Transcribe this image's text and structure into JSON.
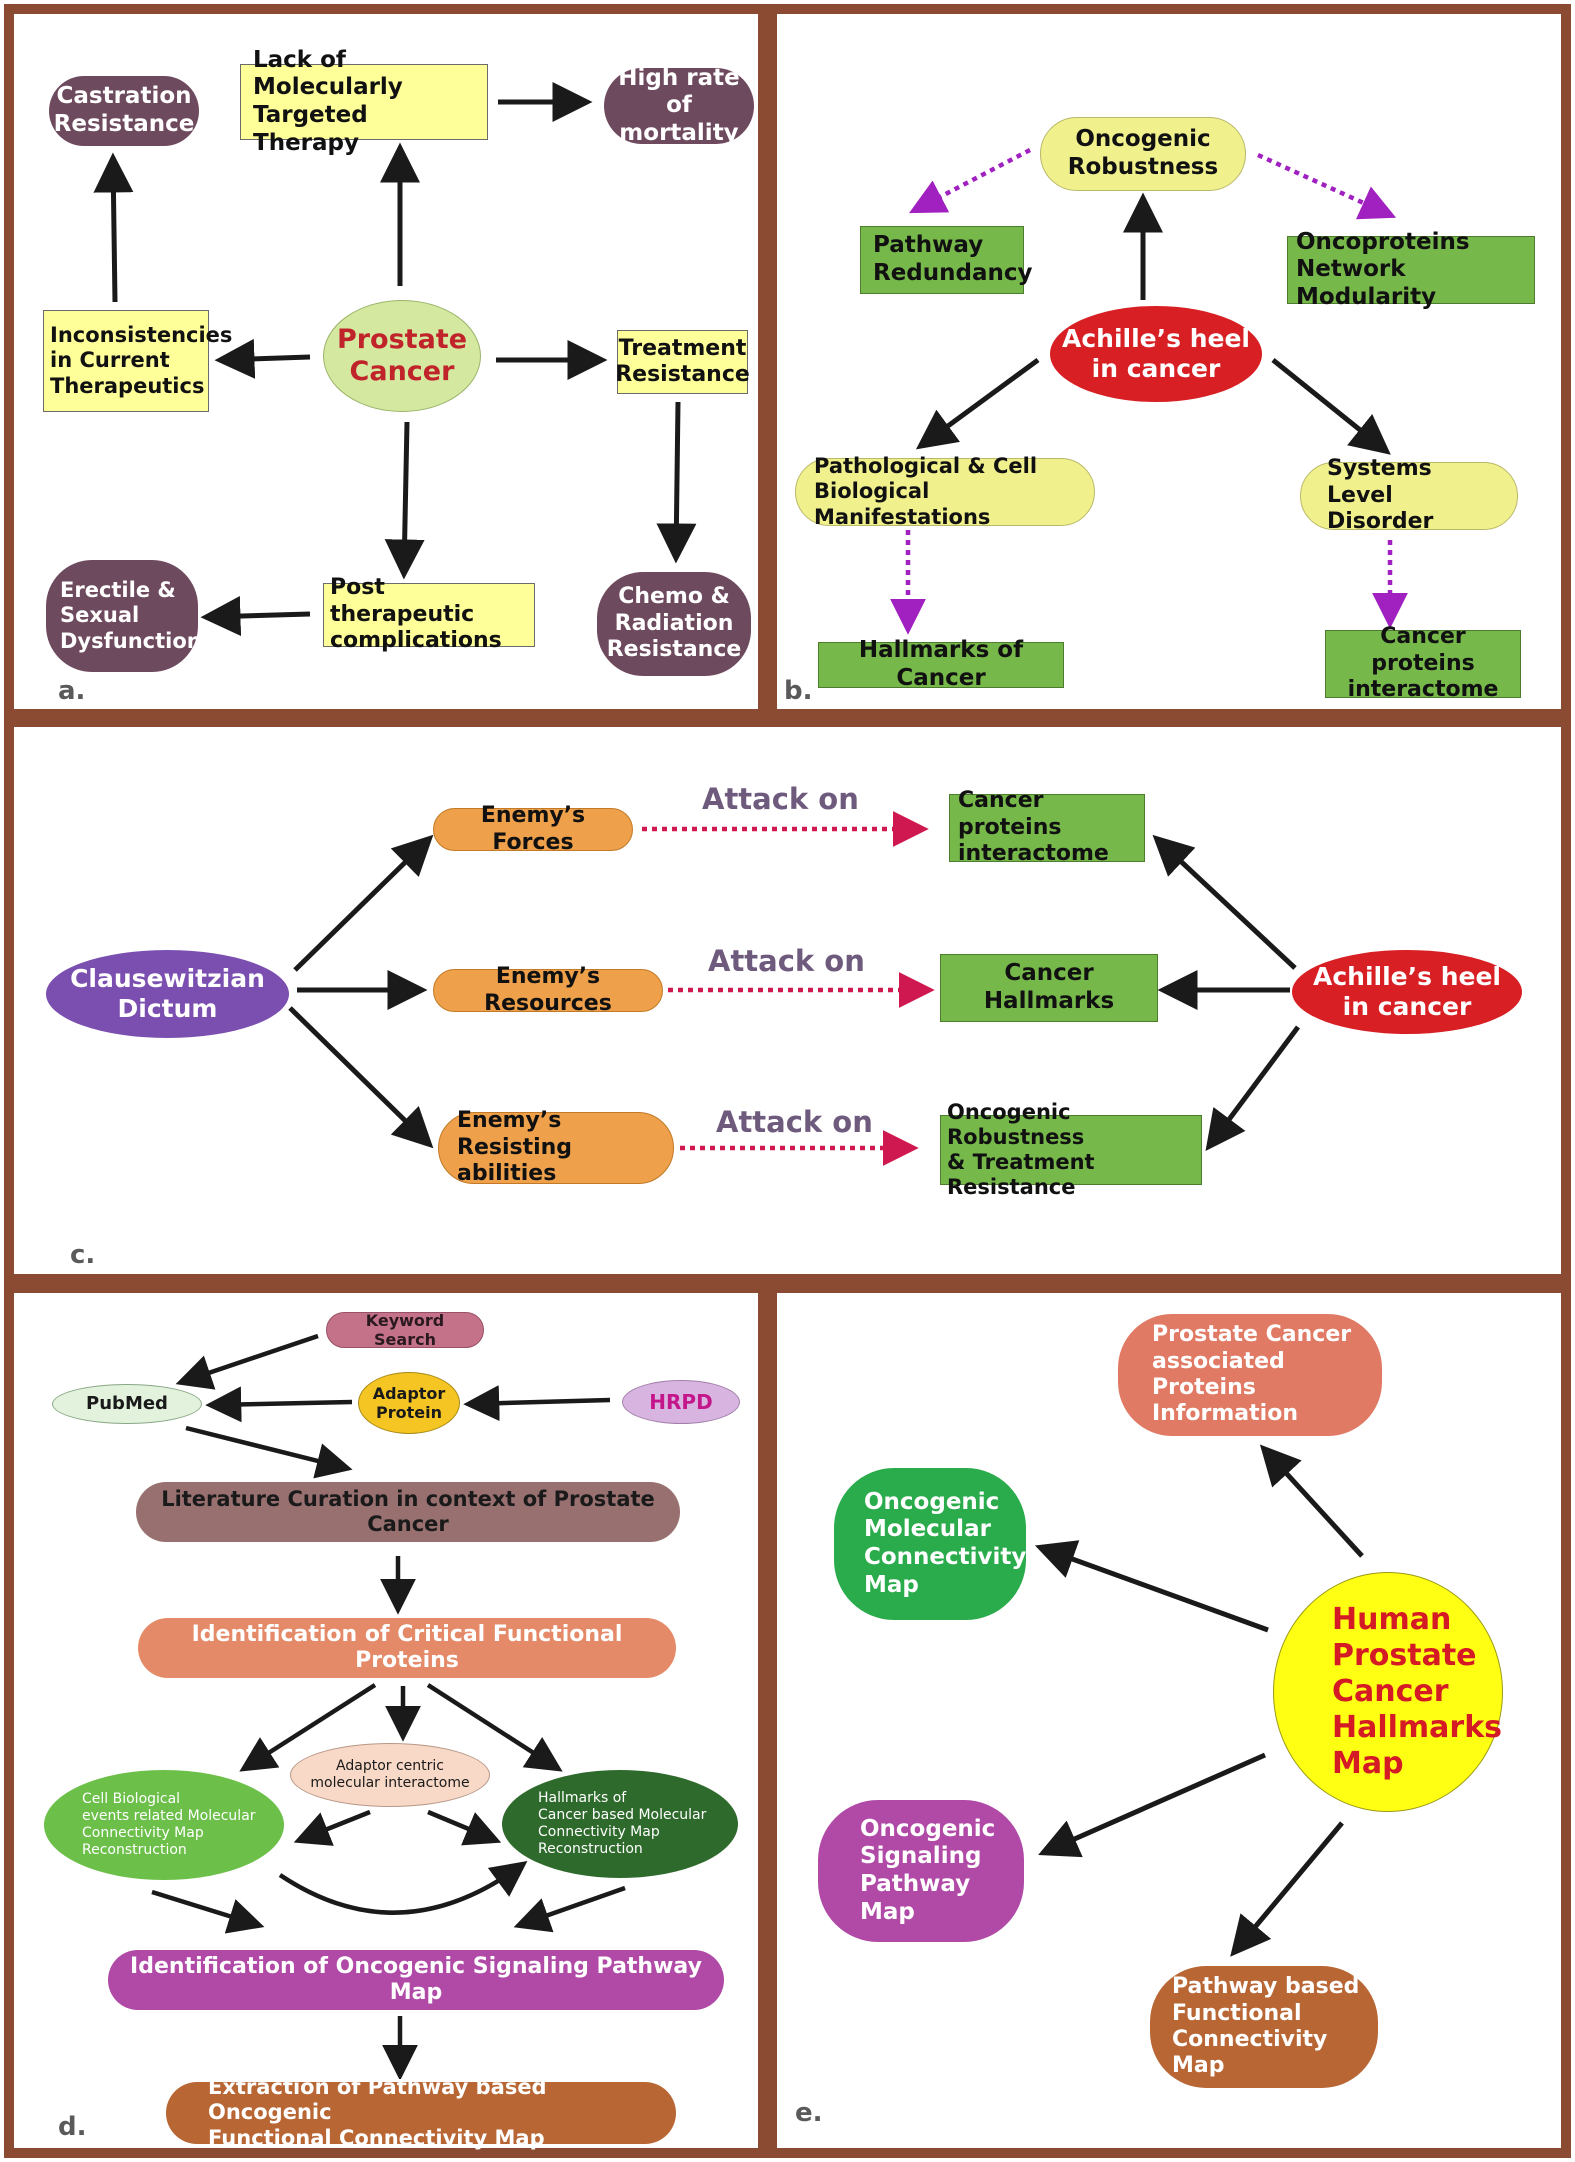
{
  "colors": {
    "border": "#8b4a32",
    "arrow": "#1a1a1a",
    "dotted_purple": "#a020c0",
    "dotted_pink": "#d01850"
  },
  "panel_a": {
    "label": "a.",
    "center": "Prostate\nCancer",
    "lack_therapy": "Lack of Molecularly\nTargeted Therapy",
    "high_mortality": "High rate of\nmortality",
    "castration": "Castration\nResistance",
    "inconsistencies": "Inconsistencies\nin Current\nTherapeutics",
    "treatment_resistance": "Treatment\nResistance",
    "chemo": "Chemo &\nRadiation\nResistance",
    "post_therapeutic": "Post therapeutic\ncomplications",
    "erectile": "Erectile &\nSexual\nDysfunction"
  },
  "panel_b": {
    "label": "b.",
    "robustness": "Oncogenic\nRobustness",
    "pathway_redundancy": "Pathway\nRedundancy",
    "modularity": "Oncoproteins\nNetwork Modularity",
    "achilles": "Achille’s heel\nin cancer",
    "pathological": "Pathological & Cell\nBiological Manifestations",
    "systems": "Systems Level\nDisorder",
    "hallmarks": "Hallmarks of Cancer",
    "interactome": "Cancer proteins\ninteractome"
  },
  "panel_c": {
    "label": "c.",
    "dictum": "Clausewitzian\nDictum",
    "forces": "Enemy’s Forces",
    "resources": "Enemy’s Resources",
    "resisting": "Enemy’s\nResisting abilities",
    "attack_1": "Attack on",
    "attack_2": "Attack on",
    "attack_3": "Attack on",
    "interactome": "Cancer proteins\ninteractome",
    "hallmarks": "Cancer Hallmarks",
    "robustness": "Oncogenic Robustness\n& Treatment Resistance",
    "achilles": "Achille’s heel\nin cancer"
  },
  "panel_d": {
    "label": "d.",
    "keyword": "Keyword Search",
    "pubmed": "PubMed",
    "adaptor": "Adaptor\nProtein",
    "hrpd": "HRPD",
    "literature": "Literature Curation in context of Prostate Cancer",
    "identification": "Identification of Critical Functional Proteins",
    "adaptor_centric": "Adaptor centric\nmolecular interactome",
    "cell_bio": "Cell Biological\nevents related Molecular\nConnectivity Map\nReconstruction",
    "hallmarks_map": "Hallmarks of\nCancer based Molecular\nConnectivity Map\nReconstruction",
    "signaling": "Identification of Oncogenic Signaling Pathway Map",
    "extraction": "Extraction of Pathway based Oncogenic\nFunctional Connectivity Map"
  },
  "panel_e": {
    "label": "e.",
    "center": "Human\nProstate\nCancer\nHallmarks\nMap",
    "proteins_info": "Prostate Cancer\nassociated Proteins\nInformation",
    "molecular": "Oncogenic\nMolecular\nConnectivity\nMap",
    "signaling": "Oncogenic\nSignaling\nPathway\nMap",
    "pathway_functional": "Pathway based\nFunctional\nConnectivity Map"
  }
}
